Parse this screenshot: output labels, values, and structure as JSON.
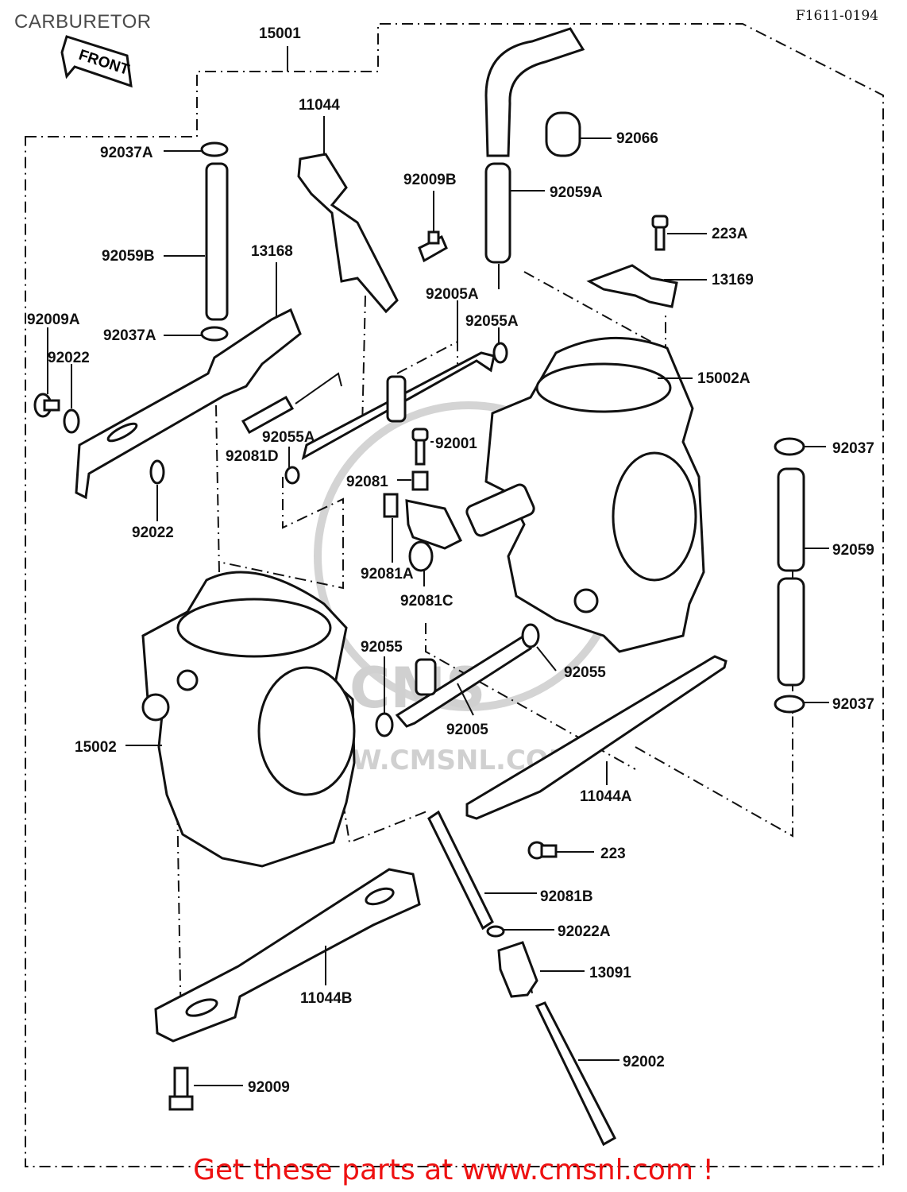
{
  "title": "CARBURETOR",
  "ref_code": "F1611-0194",
  "front_label": "FRONT",
  "footer": "Get these parts at www.cmsnl.com !",
  "watermark": {
    "brand": "CMS",
    "url": "WWW.CMSNL.COM"
  },
  "part_labels": {
    "p15001": "15001",
    "p11044": "11044",
    "p92037A_top": "92037A",
    "p92009B": "92009B",
    "p92066": "92066",
    "p92059A": "92059A",
    "p223A": "223A",
    "p92059B": "92059B",
    "p13168": "13168",
    "p13169": "13169",
    "p92005A": "92005A",
    "p92009A": "92009A",
    "p92055A_top": "92055A",
    "p92037A_bot": "92037A",
    "p92022_top": "92022",
    "p15002A": "15002A",
    "p92037_top": "92037",
    "p92055A_mid": "92055A",
    "p92001": "92001",
    "p92081D": "92081D",
    "p92081": "92081",
    "p92022_bot": "92022",
    "p92059": "92059",
    "p92081A": "92081A",
    "p92081C": "92081C",
    "p92055_left": "92055",
    "p92055_right": "92055",
    "p92037_bot": "92037",
    "p92005": "92005",
    "p15002": "15002",
    "p11044A": "11044A",
    "p223": "223",
    "p92081B": "92081B",
    "p92022A": "92022A",
    "p13091": "13091",
    "p11044B": "11044B",
    "p92002": "92002",
    "p92009": "92009"
  }
}
